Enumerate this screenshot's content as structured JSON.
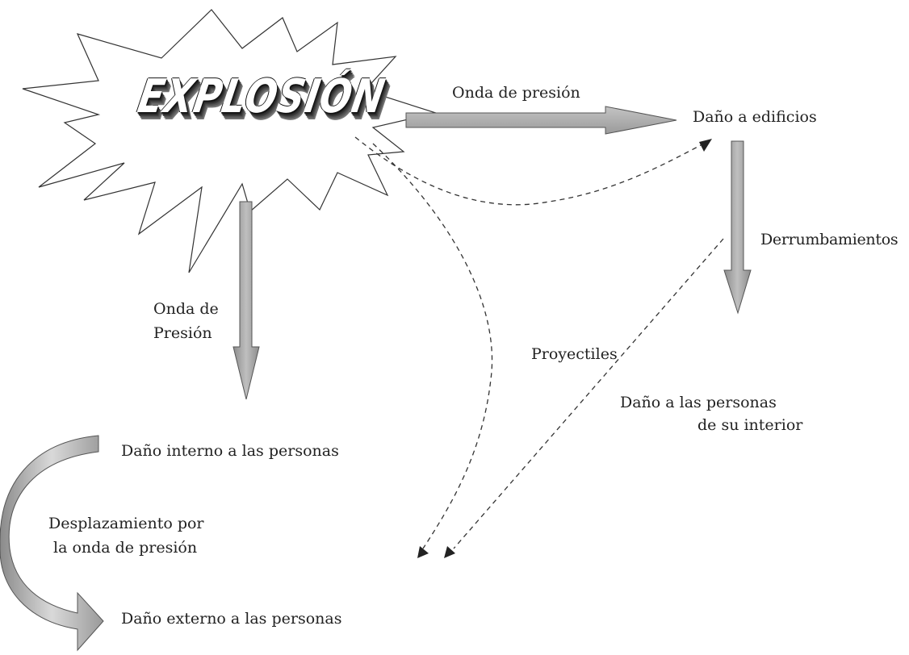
{
  "explosion": {
    "label": "EXPLOSIÓN"
  },
  "labels": {
    "onda_presion_right": "Onda de presión",
    "dano_edificios": "Daño a edificios",
    "derrumbamientos": "Derrumbamientos",
    "onda_presion_down_line1": "Onda de",
    "onda_presion_down_line2": "Presión",
    "proyectiles": "Proyectiles",
    "dano_personas_interior_line1": "Daño a las personas",
    "dano_personas_interior_line2": "de su interior",
    "dano_interno": "Daño interno a las personas",
    "desplazamiento_line1": "Desplazamiento por",
    "desplazamiento_line2": "la onda de presión",
    "dano_externo": "Daño externo a las personas"
  },
  "colors": {
    "arrow_fill": "#a9a9a9",
    "arrow_stroke": "#555555",
    "dashed": "#333333",
    "text": "#222222"
  }
}
